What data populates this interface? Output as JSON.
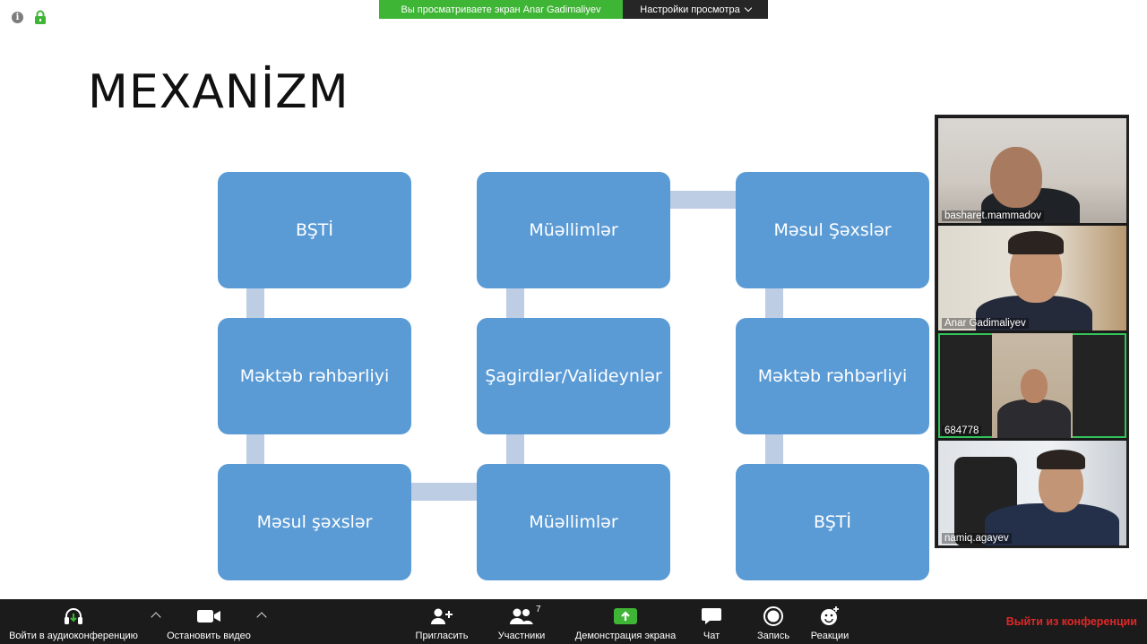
{
  "banner": {
    "viewing_text": "Вы просматриваете экран Anar Gadimaliyev",
    "view_options": "Настройки просмотра"
  },
  "slide": {
    "title": "MEXANİZM",
    "boxes": {
      "col1": [
        "BŞTİ",
        "Məktəb rəhbərliyi",
        "Məsul şəxslər"
      ],
      "col2": [
        "Müəllimlər",
        "Şagirdlər/Valideynlər",
        "Müəllimlər"
      ],
      "col3": [
        "Məsul Şəxslər",
        "Məktəb rəhbərliyi",
        "BŞTİ"
      ]
    }
  },
  "participants": [
    {
      "name": "basharet.mammadov"
    },
    {
      "name": "Anar Gadimaliyev"
    },
    {
      "name": "684778",
      "active": true
    },
    {
      "name": "namiq.agayev"
    }
  ],
  "toolbar": {
    "audio": "Войти в аудиоконференцию",
    "video": "Остановить видео",
    "invite": "Пригласить",
    "participants": "Участники",
    "participants_count": "7",
    "share": "Демонстрация экрана",
    "chat": "Чат",
    "record": "Запись",
    "reactions": "Реакции",
    "leave": "Выйти из конференции"
  },
  "colors": {
    "box": "#5b9bd5",
    "connector": "#bccde4",
    "banner_green": "#3fb536",
    "share_green": "#3fb536",
    "leave_red": "#e02828"
  },
  "icons": [
    "info-icon",
    "lock-icon",
    "chevron-down-icon",
    "headphones-icon",
    "video-camera-icon",
    "add-person-icon",
    "participants-icon",
    "share-screen-icon",
    "chat-icon",
    "record-icon",
    "reaction-icon"
  ]
}
